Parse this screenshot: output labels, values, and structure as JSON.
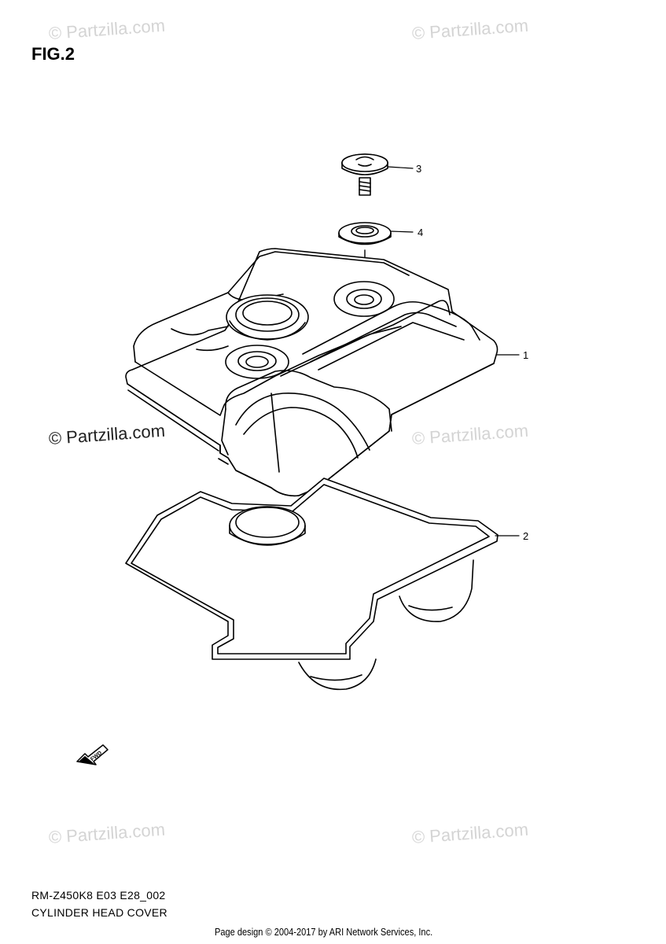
{
  "figure": {
    "label": "FIG.2"
  },
  "watermark": {
    "text": "© Partzilla.com"
  },
  "callouts": {
    "cover": "1",
    "gasket": "2",
    "bolt": "3",
    "seal": "4"
  },
  "fwd_arrow": {
    "text": "FWD"
  },
  "caption": {
    "code": "RM-Z450K8 E03 E28_002",
    "title": "CYLINDER HEAD COVER"
  },
  "footer": {
    "text": "Page design © 2004-2017 by ARI Network Services, Inc."
  }
}
